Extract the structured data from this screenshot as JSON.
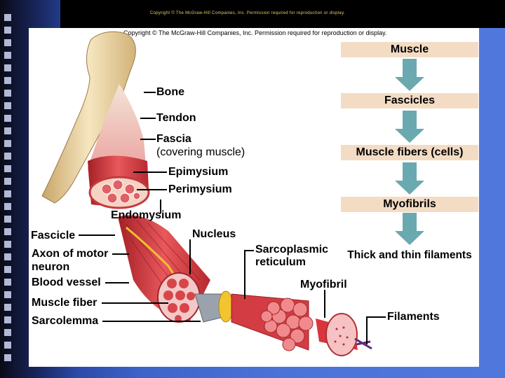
{
  "header": {
    "banner": "Copyright © The McGraw-Hill Companies, Inc. Permission required for reproduction or display.",
    "copyright": "Copyright © The McGraw-Hill Companies, Inc. Permission required for reproduction or display."
  },
  "labels": {
    "bone": "Bone",
    "tendon": "Tendon",
    "fascia": "Fascia",
    "fascia_sub": "(covering muscle)",
    "epimysium": "Epimysium",
    "perimysium": "Perimysium",
    "endomysium": "Endomysium",
    "nucleus": "Nucleus",
    "fascicle": "Fascicle",
    "axon_line1": "Axon of motor",
    "axon_line2": "neuron",
    "blood_vessel": "Blood vessel",
    "muscle_fiber": "Muscle fiber",
    "sarcolemma": "Sarcolemma",
    "sr_line1": "Sarcoplasmic",
    "sr_line2": "reticulum",
    "myofibril": "Myofibril",
    "filaments": "Filaments"
  },
  "flow": [
    "Muscle",
    "Fascicles",
    "Muscle fibers (cells)",
    "Myofibrils",
    "Thick and thin filaments"
  ],
  "colors": {
    "flow_box": "#f4dcc4",
    "flow_arrow": "#6aa9b0",
    "muscle": "#d8353b",
    "bone": "#f0d9a4"
  }
}
